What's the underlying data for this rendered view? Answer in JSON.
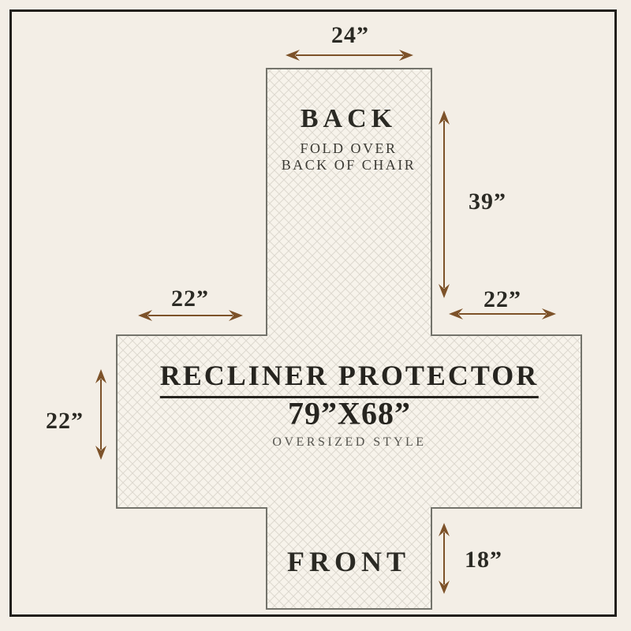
{
  "diagram": {
    "back": {
      "label": "BACK",
      "note_line1": "FOLD OVER",
      "note_line2": "BACK OF CHAIR"
    },
    "seat": {
      "title": "RECLINER PROTECTOR",
      "size": "79”X68”",
      "style": "OVERSIZED STYLE"
    },
    "front": {
      "label": "FRONT"
    },
    "dimensions": {
      "back_width": "24”",
      "back_height": "39”",
      "left_wing_width": "22”",
      "right_wing_width": "22”",
      "seat_height": "22”",
      "front_height": "18”"
    },
    "colors": {
      "background": "#f3eee6",
      "frame": "#211f1c",
      "panel_fill": "#f7f3eb",
      "panel_hatch": "#ddd8cf",
      "panel_border": "#73736b",
      "text": "#26241f",
      "muted_text": "#3a3933",
      "arrow": "#7d5229"
    }
  }
}
